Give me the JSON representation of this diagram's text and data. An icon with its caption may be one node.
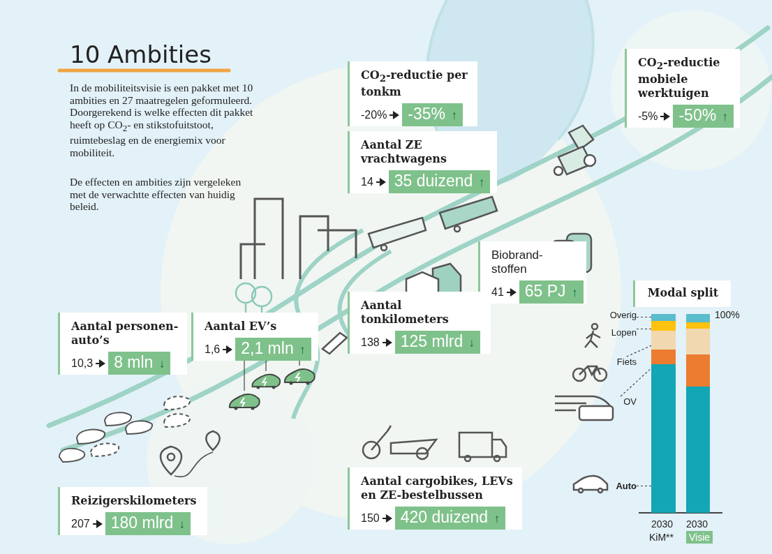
{
  "diagram": {
    "title": "10 Ambities",
    "nodes": [
      {
        "text": [
          "CO$_{2}$-reductie per tonkm",
          "-20%",
          "-35% ↑"
        ]
      },
      {
        "text": [
          "Aantal ZE vrachtwagens",
          "14",
          "35 duizend ↑"
        ]
      },
      {
        "text": [
          "CO$_{2}$-reductie mobiele werktuigen",
          "-5%",
          "-50% ↑"
        ]
      },
      {
        "text": [
          "Biobrand- stoffen",
          "41",
          "65 PJ ↑"
        ]
      },
      {
        "text": [
          "Aantal tonkilometers",
          "138",
          "125 mlrd ↓"
        ]
      },
      {
        "text": [
          "Modal split"
        ]
      },
      {
        "text": [
          "Aantal personen- auto’s",
          "10,3",
          "8 mln ↓"
        ]
      },
      {
        "text": [
          "Aantal EV’s",
          "1,6",
          "2,1 mln ↑"
        ]
      },
      {
        "text": [],
        "shape": "picture"
      },
      {
        "text": [],
        "shape": "picture"
      },
      {
        "text": [],
        "shape": "picture"
      },
      {
        "text": [
          "Reizigerskilometers",
          "207",
          "180 mlrd ↓"
        ]
      },
      {
        "text": [
          "Aantal cargobikes, LEVs en ZE-bestelbussen",
          "150",
          "420 duizend ↑"
        ]
      },
      {
        "text": [
          "Overig"
        ]
      },
      {
        "text": [
          "Lopen"
        ]
      },
      {
        "text": [
          "Fiets"
        ]
      },
      {
        "text": [
          "OV"
        ]
      },
      {
        "text": [
          "Auto"
        ]
      },
      {
        "text": [],
        "shape": "bar"
      },
      {
        "text": [],
        "shape": "bar"
      },
      {
        "text": [],
        "shape": "bar"
      },
      {
        "text": [],
        "shape": "bar"
      },
      {
        "text": [],
        "shape": "bar"
      }
    ],
    "edges": [
      {
        "from": 7,
        "to": 8,
        "arrow": "none"
      },
      {
        "from": 7,
        "to": 9,
        "arrow": "none"
      },
      {
        "from": 7,
        "to": 10,
        "arrow": "none"
      },
      {
        "from": 13,
        "to": 18,
        "arrow": "none",
        "style": "dashed"
      },
      {
        "from": 14,
        "to": 19,
        "arrow": "none",
        "style": "dashed"
      },
      {
        "from": 15,
        "to": 20,
        "arrow": "none",
        "style": "dashed"
      },
      {
        "from": 16,
        "to": 21,
        "arrow": "none",
        "style": "dashed"
      },
      {
        "from": 17,
        "to": 22,
        "arrow": "none",
        "style": "dashed"
      }
    ],
    "labels": [
      "In de mobiliteitsvisie is een pakket met 10 ambities en 27 maatregelen geformuleerd. Doorgerekend is welke effecten dit pakket heeft op CO$_{2}$- en stikstofuitstoot, ruimtebeslag en de energiemix voor mobiliteit.",
      "De effecten en ambities zijn vergeleken met de verwachtte effecten van huidig beleid.",
      "100%",
      "2030",
      "KiM**",
      "2030",
      "Visie"
    ]
  }
}
